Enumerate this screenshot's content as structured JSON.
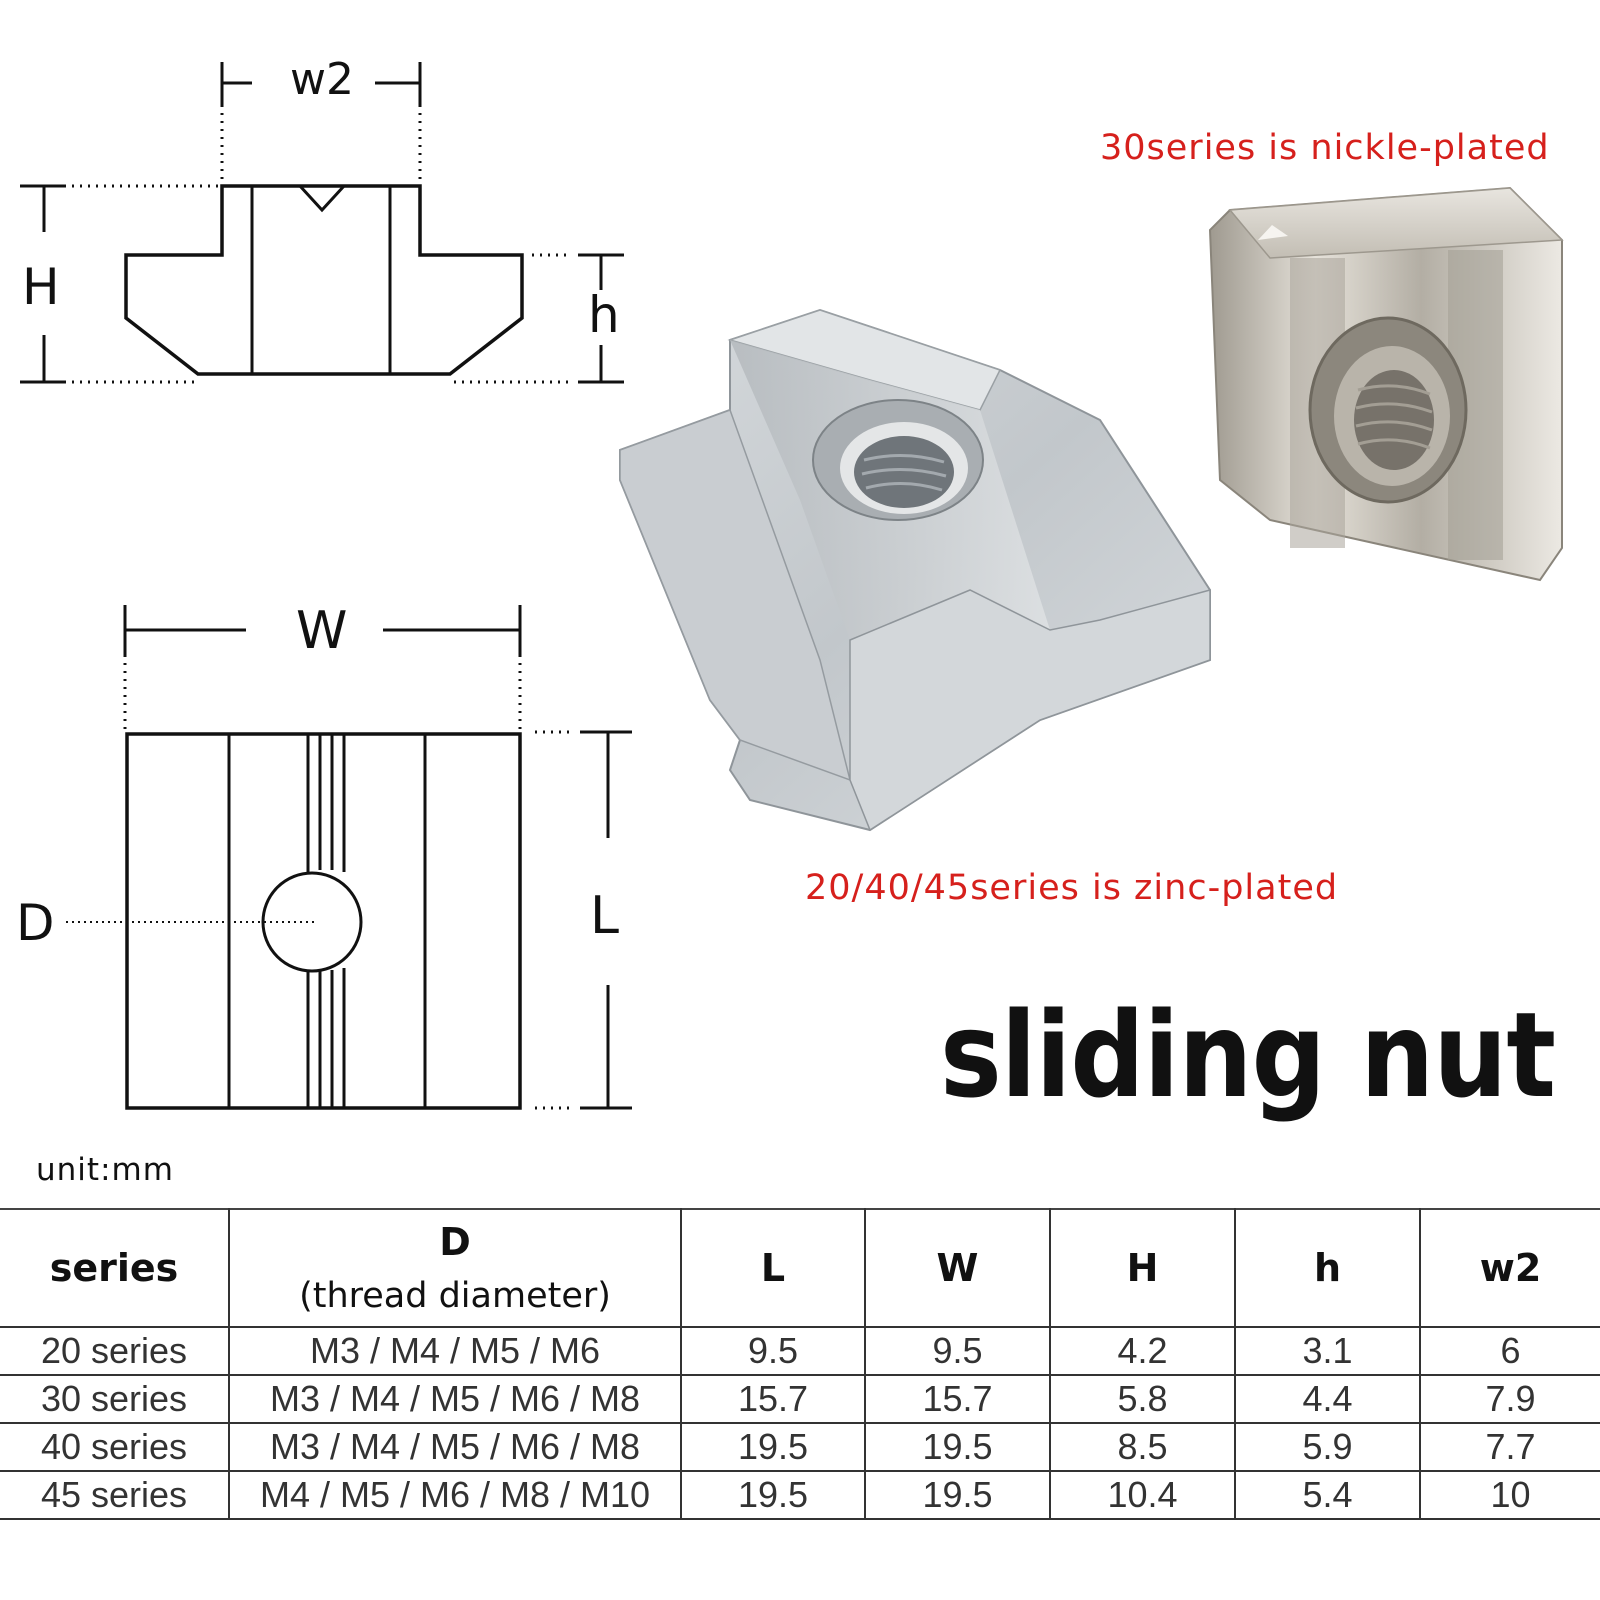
{
  "diagram": {
    "top_view": {
      "w2_label": "w2",
      "H_label": "H",
      "h_label": "h"
    },
    "front_view": {
      "W_label": "W",
      "L_label": "L",
      "D_label": "D"
    }
  },
  "photos": {
    "nickel_caption": "30series is nickle-plated",
    "zinc_caption": "20/40/45series is zinc-plated"
  },
  "title": "sliding nut",
  "unit": "unit:mm",
  "table": {
    "headers": [
      {
        "main": "series",
        "sub": ""
      },
      {
        "main": "D",
        "sub": "(thread diameter)"
      },
      {
        "main": "L",
        "sub": ""
      },
      {
        "main": "W",
        "sub": ""
      },
      {
        "main": "H",
        "sub": ""
      },
      {
        "main": "h",
        "sub": ""
      },
      {
        "main": "w2",
        "sub": ""
      }
    ],
    "rows": [
      [
        "20 series",
        "M3 / M4 / M5 / M6",
        "9.5",
        "9.5",
        "4.2",
        "3.1",
        "6"
      ],
      [
        "30 series",
        "M3 / M4 / M5 / M6 / M8",
        "15.7",
        "15.7",
        "5.8",
        "4.4",
        "7.9"
      ],
      [
        "40 series",
        "M3 / M4 / M5 / M6 / M8",
        "19.5",
        "19.5",
        "8.5",
        "5.9",
        "7.7"
      ],
      [
        "45 series",
        "M4 / M5 / M6 / M8 / M10",
        "19.5",
        "19.5",
        "10.4",
        "5.4",
        "10"
      ]
    ]
  },
  "colors": {
    "caption_red": "#d6201c",
    "zinc": "#c9ced2",
    "nickel": "#d8d4cc"
  }
}
